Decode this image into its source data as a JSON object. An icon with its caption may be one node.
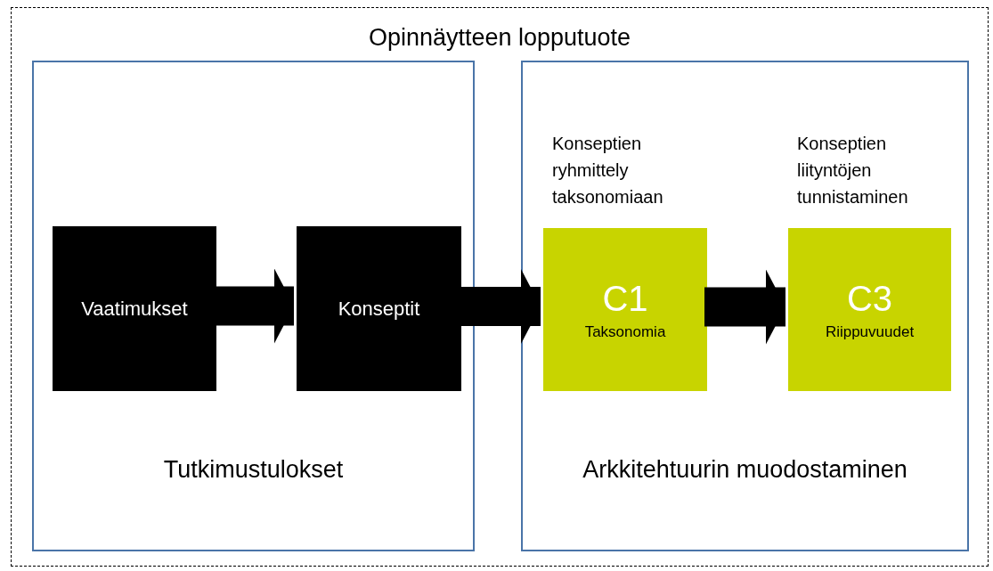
{
  "diagram": {
    "nodes": [
      {
        "text": [
          "Opinnäytteen lopputuote"
        ]
      },
      {
        "text": [
          "Tutkimustulokset"
        ],
        "in": 0
      },
      {
        "text": [
          "Vaatimukset"
        ],
        "in": 1
      },
      {
        "text": [
          "Konseptit"
        ],
        "in": 1
      },
      {
        "text": [
          "Arkkitehtuurin muodostaminen"
        ],
        "in": 0
      },
      {
        "text": [
          "C1",
          "Taksonomia"
        ],
        "in": 4,
        "beside": [
          "Konseptien ryhmittely taksonomiaan"
        ]
      },
      {
        "text": [
          "C3",
          "Riippuvuudet"
        ],
        "in": 4,
        "beside": [
          "Konseptien liityntöjen tunnistaminen"
        ]
      }
    ],
    "edges": [
      {
        "from": 2,
        "to": 3,
        "arrow": "to"
      },
      {
        "from": 3,
        "to": 5,
        "arrow": "to"
      },
      {
        "from": 5,
        "to": 6,
        "arrow": "to"
      }
    ]
  }
}
